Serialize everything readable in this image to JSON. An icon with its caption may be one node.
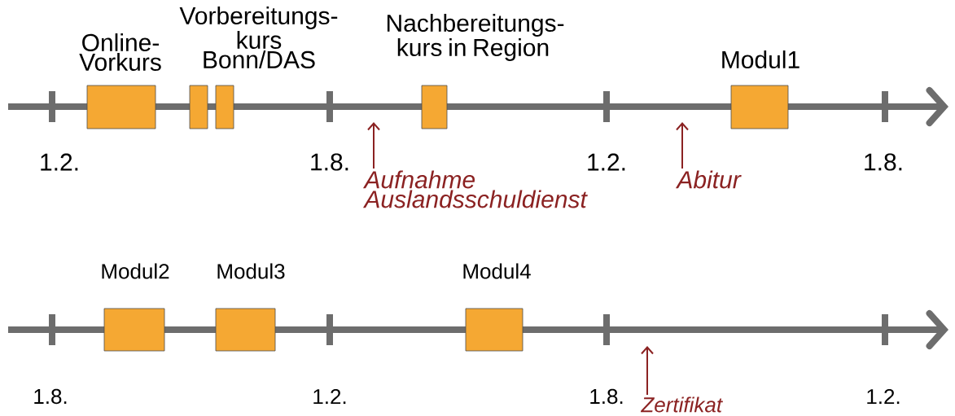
{
  "diagram": {
    "nodes": [
      {
        "text": [
          "Online- Vorkurs"
        ]
      },
      {
        "text": [
          "Vorbereitungs- kurs Bonn/DAS"
        ]
      },
      {
        "text": [],
        "shape": "box"
      },
      {
        "text": [
          "Nachbereitungs- kurs in Region"
        ]
      },
      {
        "text": [
          "Modul1"
        ]
      },
      {
        "text": [
          "Aufnahme Auslandsschuldienst"
        ]
      },
      {
        "text": [
          "Abitur"
        ]
      },
      {
        "text": [
          "Modul2"
        ]
      },
      {
        "text": [
          "Modul3"
        ]
      },
      {
        "text": [
          "Modul4"
        ]
      },
      {
        "text": [
          "Zertifikat"
        ]
      }
    ],
    "edges": [
      {
        "from": 5,
        "to": null,
        "arrow": "to"
      },
      {
        "from": 6,
        "to": null,
        "arrow": "to"
      },
      {
        "from": 10,
        "to": null,
        "arrow": "to"
      }
    ],
    "labels": [
      "1.2.",
      "1.8.",
      "1.2.",
      "1.8.",
      "1.8.",
      "1.2.",
      "1.8.",
      "1.2."
    ]
  }
}
